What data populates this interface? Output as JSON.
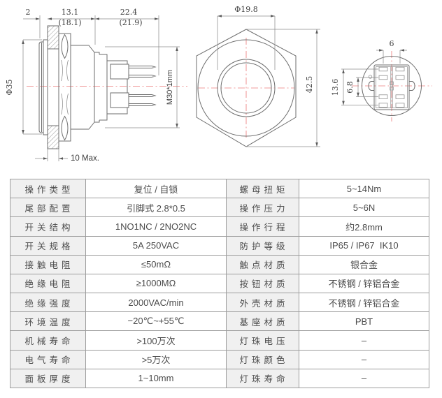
{
  "drawings": {
    "side_view": {
      "dim_head_protrusion": "2",
      "dim_front_length": "13.1",
      "dim_front_length_alt": "(18.1)",
      "dim_rear_length": "22.4",
      "dim_rear_length_alt": "(21.9)",
      "dim_head_diameter": "Φ35",
      "dim_thread": "M30*1mm",
      "dim_panel_thickness": "10 Max."
    },
    "front_view": {
      "dim_button_diameter": "Φ19.8",
      "dim_across_corners": "42.5"
    },
    "rear_view": {
      "dim_pin_column_pitch": "6",
      "dim_pin_row_span": "13.6",
      "dim_pin_row_pitch": "6.8"
    }
  },
  "spec_table": {
    "rows": [
      {
        "l1": "操作类型",
        "v1": "复位 / 自锁",
        "l2": "螺母扭矩",
        "v2": "5~14Nm"
      },
      {
        "l1": "尾部配置",
        "v1": "引脚式 2.8*0.5",
        "l2": "操作压力",
        "v2": "5~6N"
      },
      {
        "l1": "开关结构",
        "v1": "1NO1NC / 2NO2NC",
        "l2": "操作行程",
        "v2": "约2.8mm"
      },
      {
        "l1": "开关规格",
        "v1": "5A 250VAC",
        "l2": "防护等级",
        "v2": "IP65 / IP67  IK10"
      },
      {
        "l1": "接触电阻",
        "v1": "≤50mΩ",
        "l2": "触点材质",
        "v2": "银合金"
      },
      {
        "l1": "绝缘电阻",
        "v1": "≥1000MΩ",
        "l2": "按钮材质",
        "v2": "不锈钢 / 锌铝合金"
      },
      {
        "l1": "绝缘强度",
        "v1": "2000VAC/min",
        "l2": "外壳材质",
        "v2": "不锈钢 / 锌铝合金"
      },
      {
        "l1": "环境温度",
        "v1": "−20℃~+55℃",
        "l2": "基座材质",
        "v2": "PBT"
      },
      {
        "l1": "机械寿命",
        "v1": ">100万次",
        "l2": "灯珠电压",
        "v2": "–"
      },
      {
        "l1": "电气寿命",
        "v1": ">5万次",
        "l2": "灯珠颜色",
        "v2": "–"
      },
      {
        "l1": "面板厚度",
        "v1": "1~10mm",
        "l2": "灯珠寿命",
        "v2": "–"
      }
    ]
  },
  "colors": {
    "drawing_line": "#6e6e6e",
    "centerline_red": "#f09c9c",
    "dim_text": "#3d3d3d",
    "table_border": "#9d9d9d",
    "table_label_bg": "#f0f0f0",
    "table_text": "#4c4c4c"
  }
}
